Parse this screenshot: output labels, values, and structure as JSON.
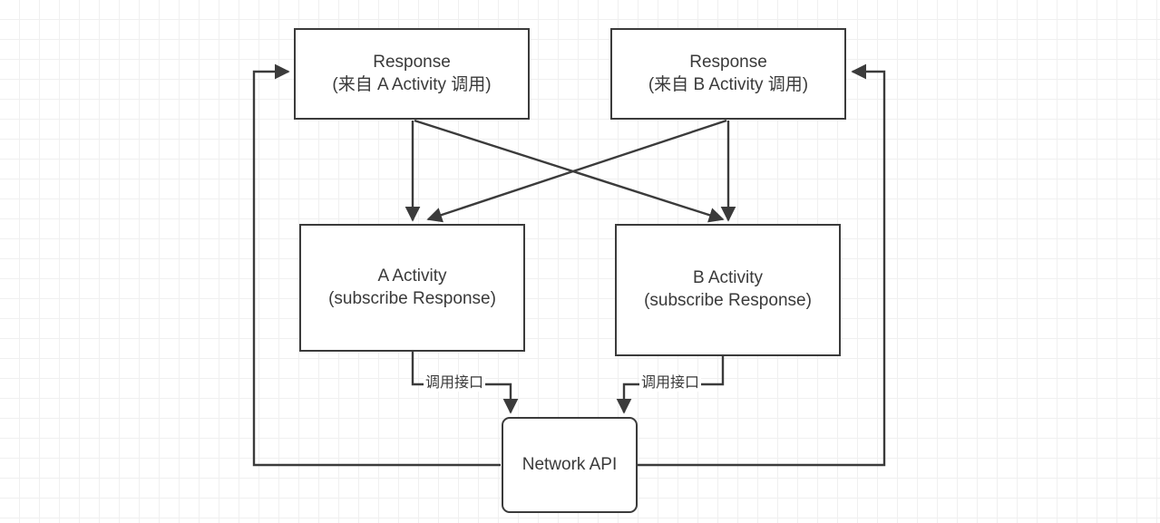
{
  "diagram": {
    "title": "Response event-bus architecture diagram",
    "stroke_color": "#3b3b3b",
    "text_color": "#3a3a3a",
    "background": "#ffffff",
    "grid_minor_color": "#f0f0f0",
    "grid_major_color": "#e6e6e6",
    "nodes": [
      {
        "id": "response-a",
        "line1": "Response",
        "line2": "(来自 A Activity 调用)",
        "shape": "rect"
      },
      {
        "id": "response-b",
        "line1": "Response",
        "line2": "(来自 B Activity 调用)",
        "shape": "rect"
      },
      {
        "id": "activity-a",
        "line1": "A Activity",
        "line2": "(subscribe Response)",
        "shape": "rect"
      },
      {
        "id": "activity-b",
        "line1": "B Activity",
        "line2": "(subscribe Response)",
        "shape": "rect"
      },
      {
        "id": "network-api",
        "line1": "Network API",
        "line2": "",
        "shape": "rounded-rect"
      }
    ],
    "edge_labels": {
      "call_api_left": "调用接口",
      "call_api_right": "调用接口"
    },
    "edges": [
      {
        "from": "response-a",
        "to": "activity-a",
        "style": "straight-down-arrow"
      },
      {
        "from": "response-a",
        "to": "activity-b",
        "style": "diagonal-arrow"
      },
      {
        "from": "response-b",
        "to": "activity-b",
        "style": "straight-down-arrow"
      },
      {
        "from": "response-b",
        "to": "activity-a",
        "style": "diagonal-arrow"
      },
      {
        "from": "activity-a",
        "to": "network-api",
        "style": "orthogonal-arrow",
        "label": "调用接口"
      },
      {
        "from": "activity-b",
        "to": "network-api",
        "style": "orthogonal-arrow",
        "label": "调用接口"
      },
      {
        "from": "network-api",
        "to": "response-a",
        "style": "orthogonal-arrow-left-loop"
      },
      {
        "from": "network-api",
        "to": "response-b",
        "style": "orthogonal-arrow-right-loop"
      }
    ]
  }
}
